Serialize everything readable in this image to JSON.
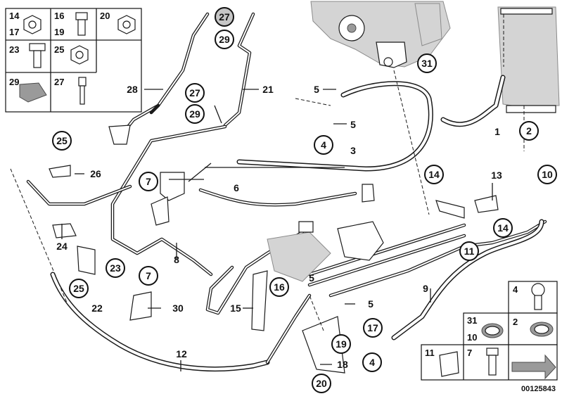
{
  "diagram": {
    "code": "00125843",
    "colors": {
      "line": "#1a1a1a",
      "callout_fill": "#ffffff",
      "callout_shaded": "#c6c6c6",
      "component_grey": "#d4d4d4"
    }
  },
  "legend_top_left": [
    "14",
    "16",
    "20",
    "17",
    "19",
    "23",
    "25",
    "29",
    "27"
  ],
  "legend_bottom_right": [
    "4",
    "2",
    "31",
    "10",
    "11",
    "7"
  ],
  "circle_callouts": [
    "27",
    "29",
    "27",
    "29",
    "31",
    "2",
    "10",
    "25",
    "7",
    "4",
    "14",
    "14",
    "11",
    "16",
    "23",
    "25",
    "7",
    "17",
    "19",
    "4",
    "20"
  ],
  "plain_callouts": [
    "28",
    "21",
    "5",
    "5",
    "1",
    "3",
    "26",
    "6",
    "13",
    "24",
    "8",
    "5",
    "9",
    "15",
    "5",
    "22",
    "30",
    "12",
    "18"
  ]
}
